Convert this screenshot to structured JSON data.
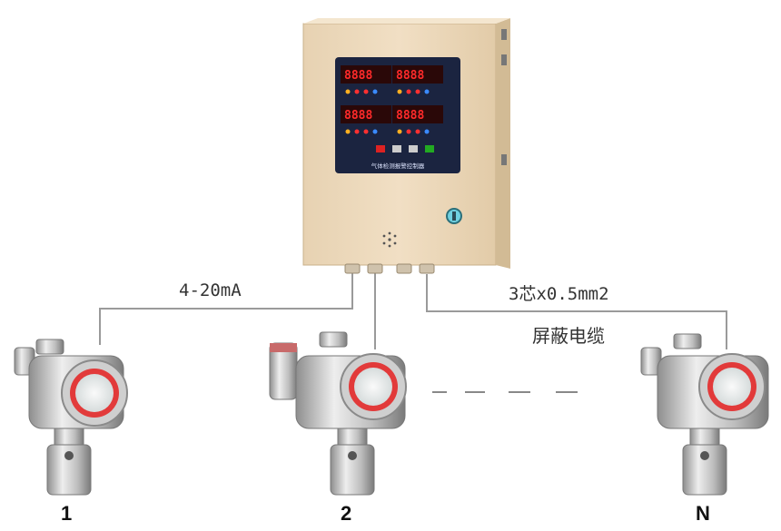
{
  "labels": {
    "signal": "4-20mA",
    "cable_spec": "3芯x0.5mm2",
    "cable_type": "屏蔽电缆"
  },
  "detectors": [
    {
      "id": "1"
    },
    {
      "id": "2"
    },
    {
      "id": "N"
    }
  ],
  "controller": {
    "panel_title": "气体检测报警控制器",
    "channel_digits": [
      "8888",
      "8888",
      "8888",
      "8888"
    ]
  },
  "colors": {
    "cabinet": "#ecd9bd",
    "panel": "#1b2440",
    "digits": "#ff2a2a",
    "wire": "#9a9a9a",
    "detector_body": "#c9c9c9",
    "detector_ring": "#e03030"
  }
}
